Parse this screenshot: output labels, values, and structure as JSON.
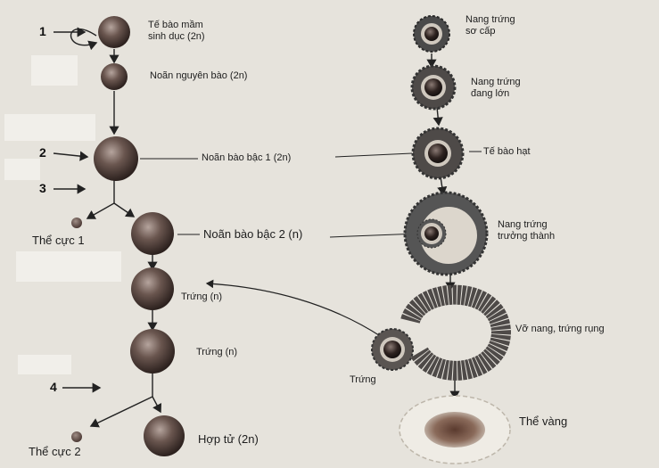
{
  "numbers": [
    "1",
    "2",
    "3",
    "4"
  ],
  "oogenesis": {
    "germ_cell": {
      "line1": "Tế bào mầm",
      "line2": "sinh dục (2n)"
    },
    "oogonium": "Noãn nguyên bào (2n)",
    "primary_oocyte": "Noãn bào bậc 1 (2n)",
    "secondary_oocyte": "Noãn bào bậc 2 (n)",
    "polar_body_1": "Thể cực 1",
    "egg_1": "Trứng (n)",
    "egg_2": "Trứng (n)",
    "polar_body_2": "Thể cực 2",
    "zygote": "Hợp tử (2n)"
  },
  "follicle": {
    "primary": {
      "line1": "Nang trứng",
      "line2": "sơ cấp"
    },
    "growing": {
      "line1": "Nang trứng",
      "line2": "đang lớn"
    },
    "granulosa": "Tế bào hạt",
    "mature": {
      "line1": "Nang trứng",
      "line2": "trưởng thành"
    },
    "ovulation": "Vỡ nang, trứng rụng",
    "released_egg": "Trứng",
    "corpus_luteum": "Thể vàng"
  },
  "colors": {
    "cell_dark": "#3a2a26",
    "cell_light": "#9a8a84",
    "follicle_ring": "#4a4a4a",
    "corpus": "#6b4a3a"
  }
}
